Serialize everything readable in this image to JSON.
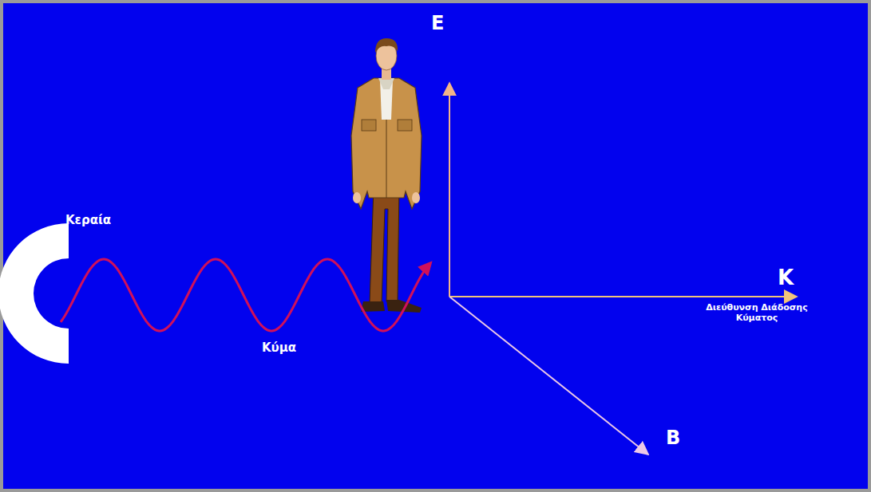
{
  "diagram": {
    "labels": [
      "Κεραία",
      "Κύμα",
      "E",
      "K",
      "Διεύθυνση Διάδοσης Κύματος",
      "B"
    ]
  }
}
